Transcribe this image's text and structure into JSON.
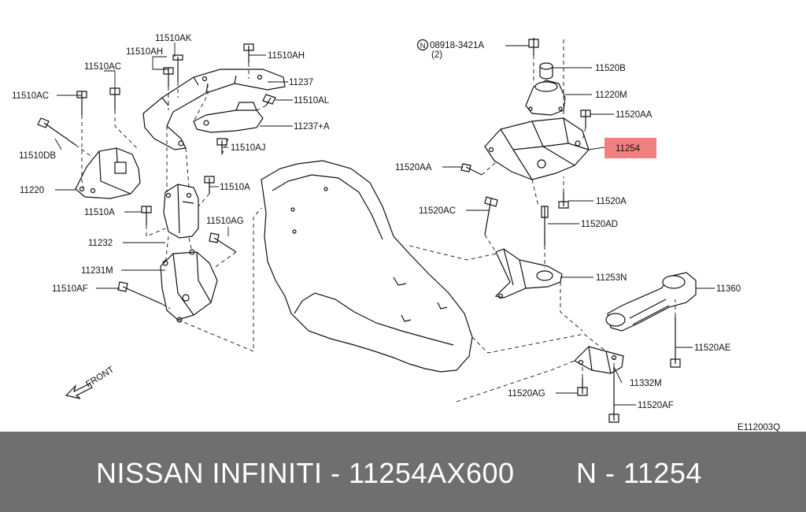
{
  "labels": {
    "l_11510AK": "11510AK",
    "l_11510AH_a": "11510AH",
    "l_11510AH_b": "11510AH",
    "l_11510AC_top": "11510AC",
    "l_11510AC": "11510AC",
    "l_11237": "11237",
    "l_11510AL": "11510AL",
    "l_11237A": "11237+A",
    "l_11510DB": "11510DB",
    "l_11510AJ": "11510AJ",
    "l_11220": "11220",
    "l_11510A_r": "11510A",
    "l_11510A_l": "11510A",
    "l_11510AG": "11510AG",
    "l_11232": "11232",
    "l_11231M": "11231M",
    "l_11510AF": "11510AF",
    "l_bolt_code": "08918-3421A",
    "l_bolt_qty": "(2)",
    "l_11520B": "11520B",
    "l_11220M": "11220M",
    "l_11520AA_r": "11520AA",
    "l_11254": "11254",
    "l_11520AA_l": "11520AA",
    "l_11520A": "11520A",
    "l_11520AC": "11520AC",
    "l_11520AD": "11520AD",
    "l_11253N": "11253N",
    "l_11360": "11360",
    "l_11520AE": "11520AE",
    "l_11332M": "11332M",
    "l_11520AG": "11520AG",
    "l_11520AF": "11520AF",
    "l_front": "FRONT",
    "l_diagram_code": "E112003Q",
    "l_n_circle": "N"
  },
  "highlight_color": "#f08080",
  "footer_bg": "#6f6f6f",
  "footer": {
    "brand_text": "NISSAN INFINITI - 11254AX600",
    "ref_text": "N - 11254"
  }
}
